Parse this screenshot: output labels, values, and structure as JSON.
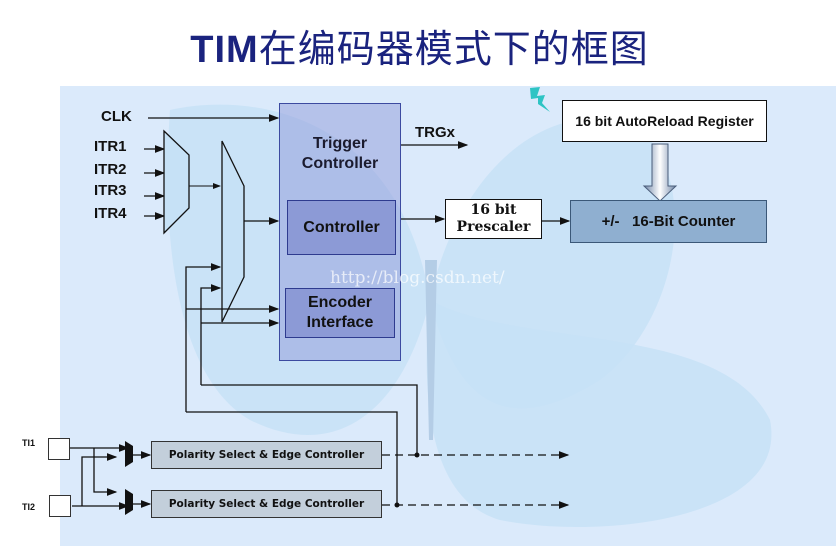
{
  "title": {
    "latin": "TIM",
    "cn": "在编码器模式下的框图"
  },
  "inputs": {
    "clk": "CLK",
    "itr": [
      "ITR1",
      "ITR2",
      "ITR3",
      "ITR4"
    ],
    "ti1": "TI1",
    "ti2": "TI2"
  },
  "blocks": {
    "trigger_controller": "Trigger Controller",
    "controller": "Controller",
    "encoder_interface": "Encoder Interface",
    "prescaler_line1": "16 bit",
    "prescaler_line2": "Prescaler",
    "autoreload": "16 bit AutoReload Register",
    "counter": "+/-   16-Bit Counter",
    "polarity1": "Polarity Select & Edge Controller",
    "polarity2": "Polarity Select & Edge Controller"
  },
  "outputs": {
    "trgx": "TRGx"
  },
  "watermark": "http://blog.csdn.net/",
  "colors": {
    "title": "#1a237e",
    "background": "#dbeafb",
    "trigger": "#a9b3e3",
    "counter": "#8fafd0"
  }
}
